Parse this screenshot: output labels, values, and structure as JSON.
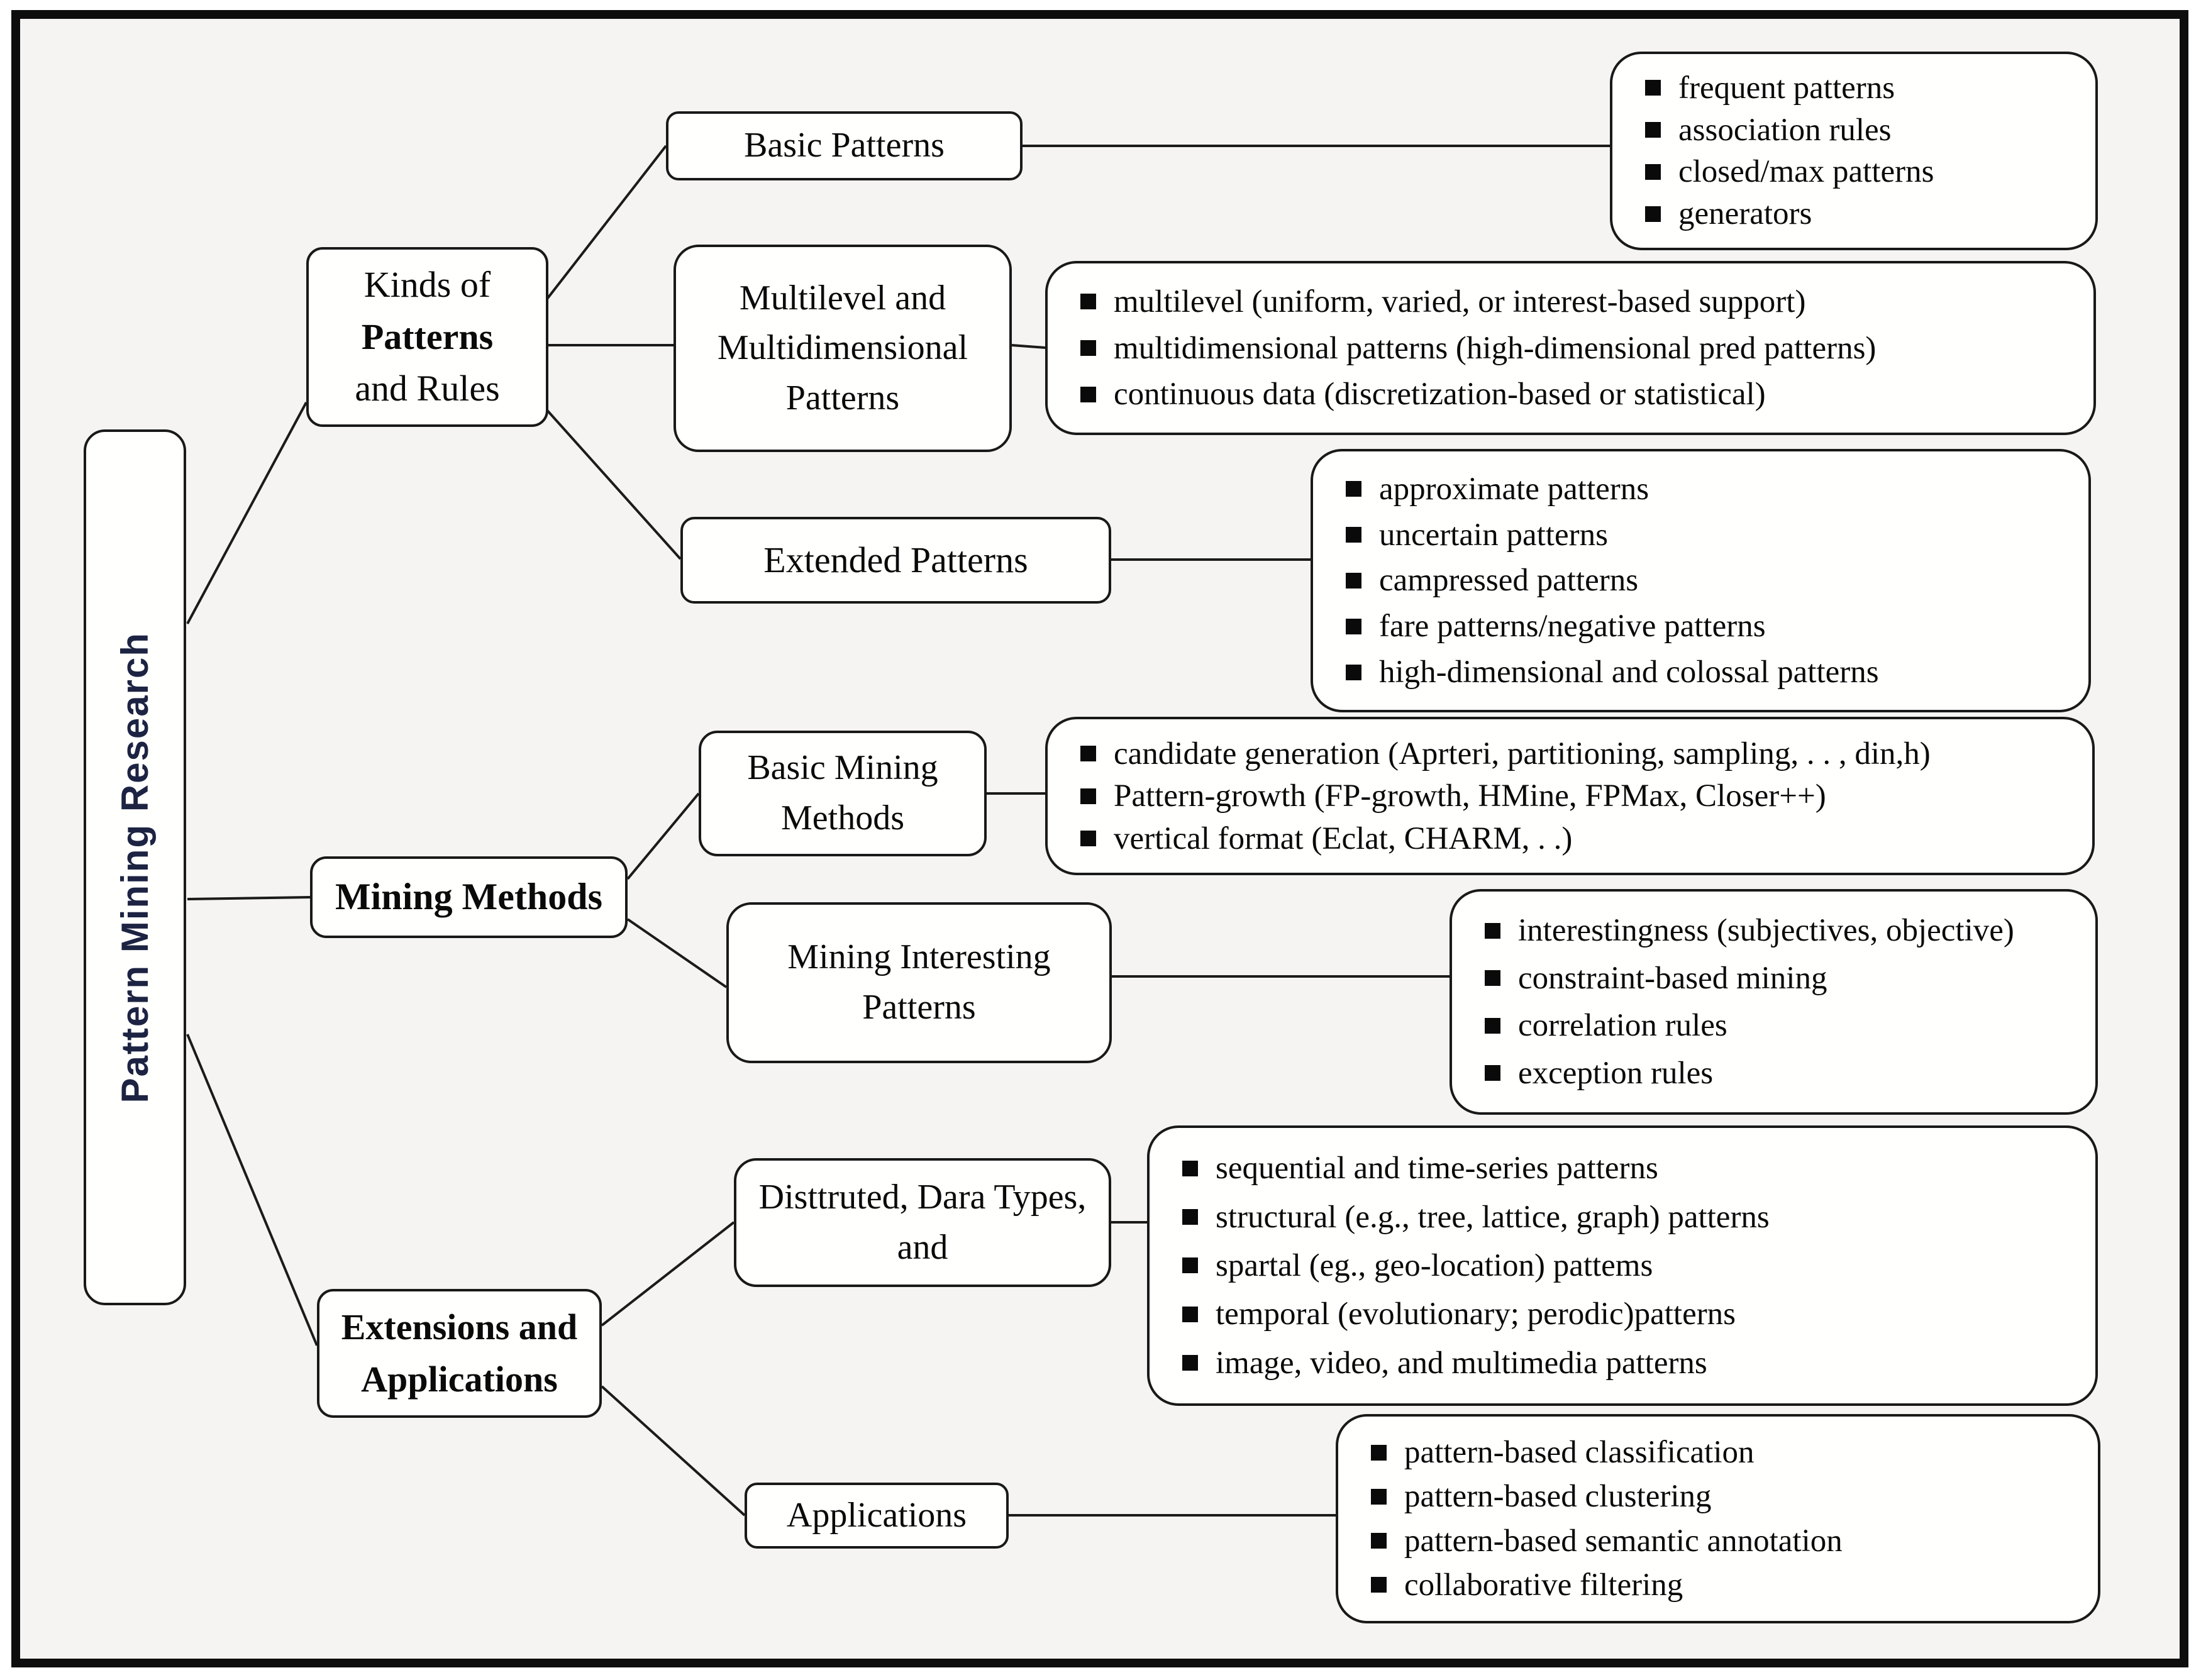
{
  "diagram_title": "Pattern Mining Research",
  "colors": {
    "background": "#f5f4f2",
    "frame_border": "#0d0d0d",
    "box_fill": "#fffffe",
    "box_border": "#191919",
    "root_text": "#1d2342",
    "text": "#0a0a0a"
  },
  "icons": {
    "bullet_icon": "black-square"
  },
  "root": {
    "label": "Pattern Mining Research"
  },
  "kinds": {
    "line1": "Kinds of",
    "line2": "Patterns",
    "line3": "and Rules"
  },
  "nodes": {
    "mining_methods": "Mining Methods",
    "extensions": "Extensions and Applications",
    "basic_patterns": "Basic Patterns",
    "multilevel": "Multilevel and Multidimensional Patterns",
    "extended": "Extended Patterns",
    "basic_mining": "Basic Mining Methods",
    "mining_interesting": "Mining Interesting Patterns",
    "distributed": "Disttruted, Dara Types, and",
    "applications": "Applications"
  },
  "lists": {
    "basic_patterns_items": [
      "frequent patterns",
      "association rules",
      "closed/max patterns",
      "generators"
    ],
    "multilevel_items": [
      "multilevel (uniform, varied, or interest-based support)",
      "multidimensional patterns (high-dimensional pred patterns)",
      "continuous data (discretization-based or statistical)"
    ],
    "extended_items": [
      "approximate patterns",
      "uncertain patterns",
      "campressed patterns",
      "fare patterns/negative patterns",
      "high-dimensional and colossal patterns"
    ],
    "basic_mining_items": [
      "candidate generation (Aprteri, partitioning, sampling, . . , din,h)",
      "Pattern-growth (FP-growth, HMine, FPMax, Closer++)",
      "vertical format (Eclat, CHARM, . .)"
    ],
    "mining_interesting_items": [
      "interestingness (subjectives, objective)",
      "constraint-based mining",
      "correlation rules",
      "exception rules"
    ],
    "distributed_items": [
      "sequential and time-series patterns",
      "structural (e.g., tree, lattice, graph) patterns",
      "spartal (eg.,  geo-location) pattems",
      "temporal (evolutionary; perodic)patterns",
      "image, video, and multimedia patterns"
    ],
    "applications_items": [
      "pattern-based classification",
      "pattern-based clustering",
      "pattern-based semantic annotation",
      "collaborative filtering"
    ]
  }
}
